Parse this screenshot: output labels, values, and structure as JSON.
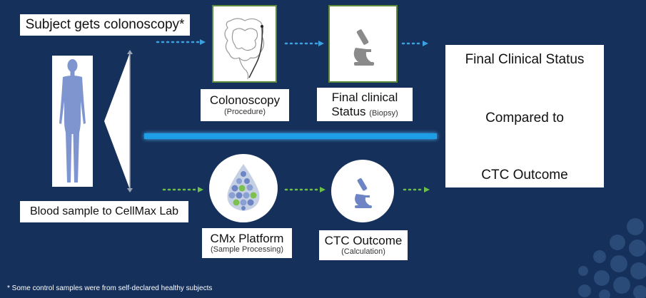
{
  "labels": {
    "subject": "Subject gets colonoscopy*",
    "blood": "Blood sample to CellMax Lab",
    "colonoscopy_title": "Colonoscopy",
    "colonoscopy_sub": "(Procedure)",
    "biopsy_title_line1": "Final clinical",
    "biopsy_title_line2": "Status",
    "biopsy_sub": "(Biopsy)",
    "cmx_title": "CMx Platform",
    "cmx_sub": "(Sample Processing)",
    "ctc_title": "CTC Outcome",
    "ctc_sub": "(Calculation)",
    "final_line1": "Final Clinical Status",
    "final_line2": "Compared to",
    "final_line3": "CTC Outcome",
    "footnote": "* Some control samples were from self-declared healthy subjects"
  },
  "icons": {
    "colon": "colon-icon",
    "microscope": "microscope-icon",
    "cell_drop": "cell-drop-icon",
    "human": "human-figure-icon"
  },
  "colors": {
    "background": "#15305a",
    "top_arrows": "#3da0e0",
    "bottom_arrows": "#6cc04a",
    "divider": "#1f9ee8",
    "figure": "#7f95cf"
  }
}
